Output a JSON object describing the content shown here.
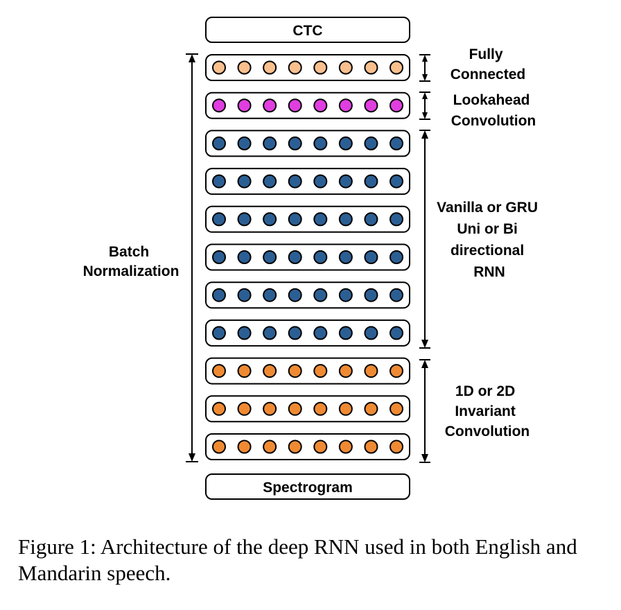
{
  "top_block": "CTC",
  "bottom_block": "Spectrogram",
  "layers": [
    {
      "name": "fully-connected",
      "color": "#f9c08e",
      "count": 1
    },
    {
      "name": "lookahead-convolution",
      "color": "#e03ee0",
      "count": 1
    },
    {
      "name": "rnn",
      "color": "#2b5f94",
      "count": 6
    },
    {
      "name": "invariant-convolution",
      "color": "#ef8a33",
      "count": 3
    }
  ],
  "units_per_layer": 8,
  "labels": {
    "batch_norm": [
      "Batch",
      "Normalization"
    ],
    "fully_connected": [
      "Fully",
      "Connected"
    ],
    "lookahead": [
      "Lookahead",
      "Convolution"
    ],
    "rnn": [
      "Vanilla or GRU",
      "Uni or Bi",
      "directional",
      "RNN"
    ],
    "conv": [
      "1D or 2D",
      "Invariant",
      "Convolution"
    ]
  },
  "caption": "Figure 1: Architecture of the deep RNN used in both English and Mandarin speech."
}
